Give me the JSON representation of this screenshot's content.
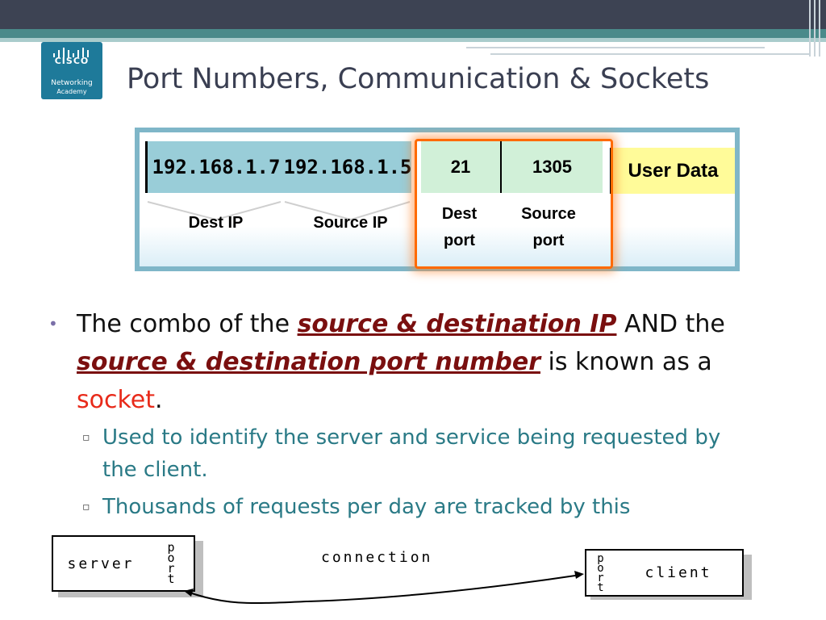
{
  "slide": {
    "title": "Port Numbers, Communication & Sockets",
    "logo": {
      "icon": "cisco-bars-logo",
      "brand": "CISCO",
      "line1": "Networking",
      "line2": "Academy"
    }
  },
  "packet": {
    "dest_ip_value": "192.168.1.7",
    "source_ip_value": "192.168.1.5",
    "dest_port_value": "21",
    "source_port_value": "1305",
    "user_data": "User Data",
    "labels": {
      "dest_ip": "Dest IP",
      "source_ip": "Source IP",
      "dest_port": "Dest port",
      "source_port": "Source port"
    }
  },
  "bullets": {
    "main": {
      "p1": "The combo of the ",
      "e1": "source & destination IP",
      "p2": " AND the ",
      "e2": "source & destination port number",
      "p3": " is known as a ",
      "red": "socket",
      "p4": "."
    },
    "sub": [
      "Used to identify the server and service being requested by the client.",
      "Thousands of requests per day are tracked by this"
    ]
  },
  "diagram": {
    "server": "server",
    "client": "client",
    "port": "port",
    "connection": "connection"
  },
  "colors": {
    "accent_red": "#e82a1a",
    "emph": "#7a0f0f",
    "sub_text": "#2a7a86",
    "highlight": "#ff6a00"
  }
}
